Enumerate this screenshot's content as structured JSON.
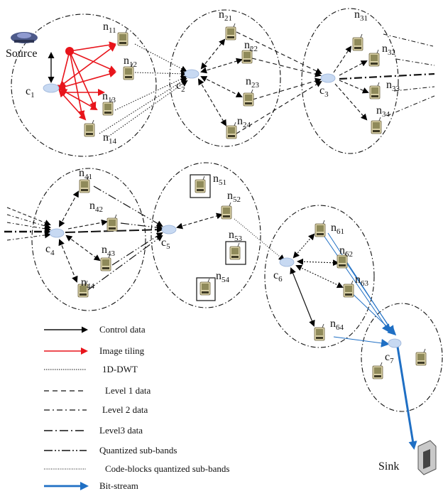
{
  "labels": {
    "source": "Source",
    "sink": "Sink"
  },
  "clusters": [
    {
      "id": "c1",
      "letter": "c",
      "index": "1"
    },
    {
      "id": "c2",
      "letter": "c",
      "index": "2"
    },
    {
      "id": "c3",
      "letter": "c",
      "index": "3"
    },
    {
      "id": "c4",
      "letter": "c",
      "index": "4"
    },
    {
      "id": "c5",
      "letter": "c",
      "index": "5"
    },
    {
      "id": "c6",
      "letter": "c",
      "index": "6"
    },
    {
      "id": "c7",
      "letter": "c",
      "index": "7"
    }
  ],
  "nodes": [
    {
      "id": "n11",
      "letter": "n",
      "index": "11"
    },
    {
      "id": "n12",
      "letter": "n",
      "index": "12"
    },
    {
      "id": "n13",
      "letter": "n",
      "index": "13"
    },
    {
      "id": "n14",
      "letter": "n",
      "index": "14"
    },
    {
      "id": "n21",
      "letter": "n",
      "index": "21"
    },
    {
      "id": "n22",
      "letter": "n",
      "index": "22"
    },
    {
      "id": "n23",
      "letter": "n",
      "index": "23"
    },
    {
      "id": "n24",
      "letter": "n",
      "index": "24"
    },
    {
      "id": "n31",
      "letter": "n",
      "index": "31"
    },
    {
      "id": "n32",
      "letter": "n",
      "index": "32"
    },
    {
      "id": "n33",
      "letter": "n",
      "index": "33"
    },
    {
      "id": "n34",
      "letter": "n",
      "index": "34"
    },
    {
      "id": "n41",
      "letter": "n",
      "index": "41"
    },
    {
      "id": "n42",
      "letter": "n",
      "index": "42"
    },
    {
      "id": "n43",
      "letter": "n",
      "index": "43"
    },
    {
      "id": "n44",
      "letter": "n",
      "index": "44"
    },
    {
      "id": "n51",
      "letter": "n",
      "index": "51"
    },
    {
      "id": "n52",
      "letter": "n",
      "index": "52"
    },
    {
      "id": "n53",
      "letter": "n",
      "index": "53"
    },
    {
      "id": "n54",
      "letter": "n",
      "index": "54"
    },
    {
      "id": "n61",
      "letter": "n",
      "index": "61"
    },
    {
      "id": "n62",
      "letter": "n",
      "index": "62"
    },
    {
      "id": "n63",
      "letter": "n",
      "index": "63"
    },
    {
      "id": "n64",
      "letter": "n",
      "index": "64"
    }
  ],
  "legend": [
    {
      "key": "control",
      "label": "Control data",
      "color": "#000000"
    },
    {
      "key": "tiling",
      "label": "Image tiling",
      "color": "#e8141b"
    },
    {
      "key": "dwt",
      "label": "1D-DWT",
      "color": "#000000"
    },
    {
      "key": "l1",
      "label": "Level 1 data",
      "color": "#000000"
    },
    {
      "key": "l2",
      "label": "Level 2 data",
      "color": "#000000"
    },
    {
      "key": "l3",
      "label": "Level3 data",
      "color": "#000000"
    },
    {
      "key": "qsb",
      "label": "Quantized sub-bands",
      "color": "#000000"
    },
    {
      "key": "cb",
      "label": "Code-blocks quantized sub-bands",
      "color": "#000000"
    },
    {
      "key": "bit",
      "label": "Bit-stream",
      "color": "#1f6fc4"
    }
  ],
  "colors": {
    "red": "#e8141b",
    "blue": "#1f6fc4",
    "cluster_head": "#c7d9f2"
  }
}
